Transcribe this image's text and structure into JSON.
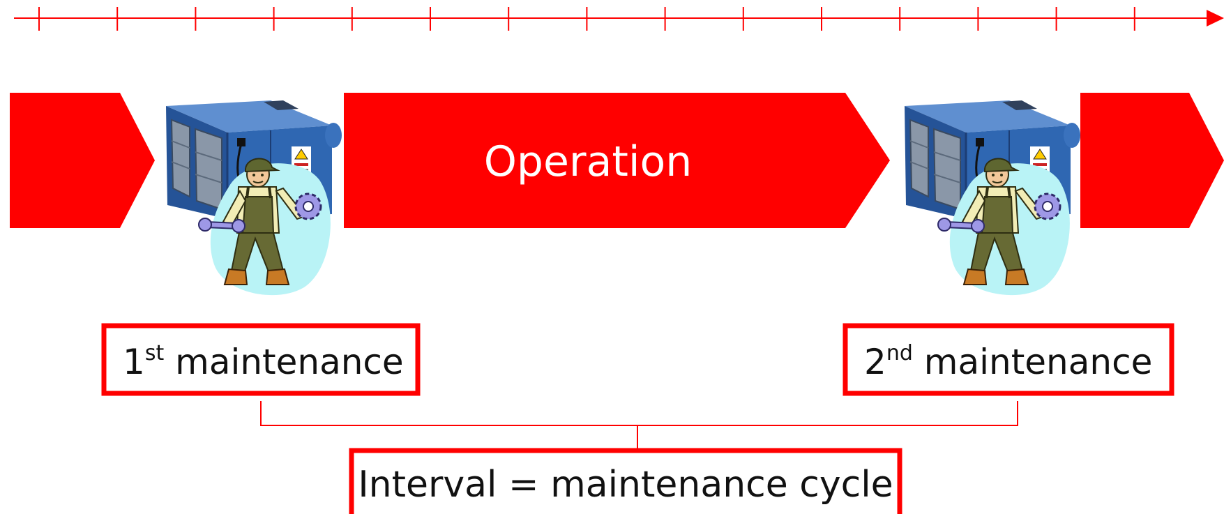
{
  "colors": {
    "accent": "#ff0000",
    "unit_blue": "#2f67b2",
    "background": "#ffffff"
  },
  "timeline": {
    "arrow_icon": "arrowhead-right-icon",
    "tick_count": 15
  },
  "operation_label": "Operation",
  "maintenance_1": {
    "number": "1",
    "suffix": "st",
    "text": " maintenance"
  },
  "maintenance_2": {
    "number": "2",
    "suffix": "nd",
    "text": " maintenance"
  },
  "interval_label": "Interval = maintenance cycle",
  "illustrations": {
    "unit_icon": "air-filter-unit-icon",
    "worker_icon": "maintenance-worker-icon"
  }
}
